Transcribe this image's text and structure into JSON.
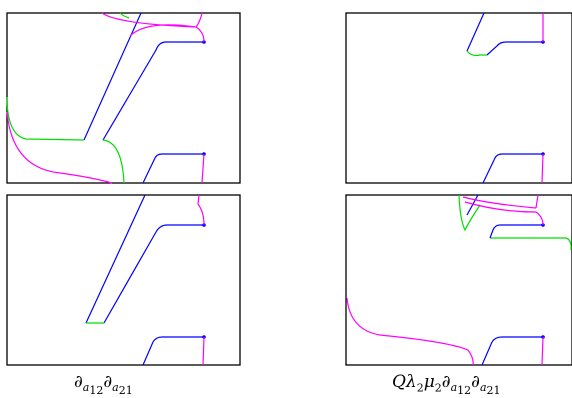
{
  "colors": {
    "blue": "#0000ff",
    "magenta": "#ff00ff",
    "green": "#00dd00",
    "frame": "#000000"
  },
  "captions": {
    "left": {
      "partial1": "∂",
      "sub1": "a",
      "subsub1": "12",
      "partial2": "∂",
      "sub2": "a",
      "subsub2": "21"
    },
    "right": {
      "prefix": "Qλ",
      "sub_lambda": "2",
      "mu": "μ",
      "sub_mu": "2",
      "partial1": "∂",
      "sub1": "a",
      "subsub1": "12",
      "partial2": "∂",
      "sub2": "a",
      "subsub2": "21"
    }
  },
  "panels": [
    {
      "id": "top-left"
    },
    {
      "id": "top-right"
    },
    {
      "id": "bottom-left"
    },
    {
      "id": "bottom-right"
    }
  ]
}
